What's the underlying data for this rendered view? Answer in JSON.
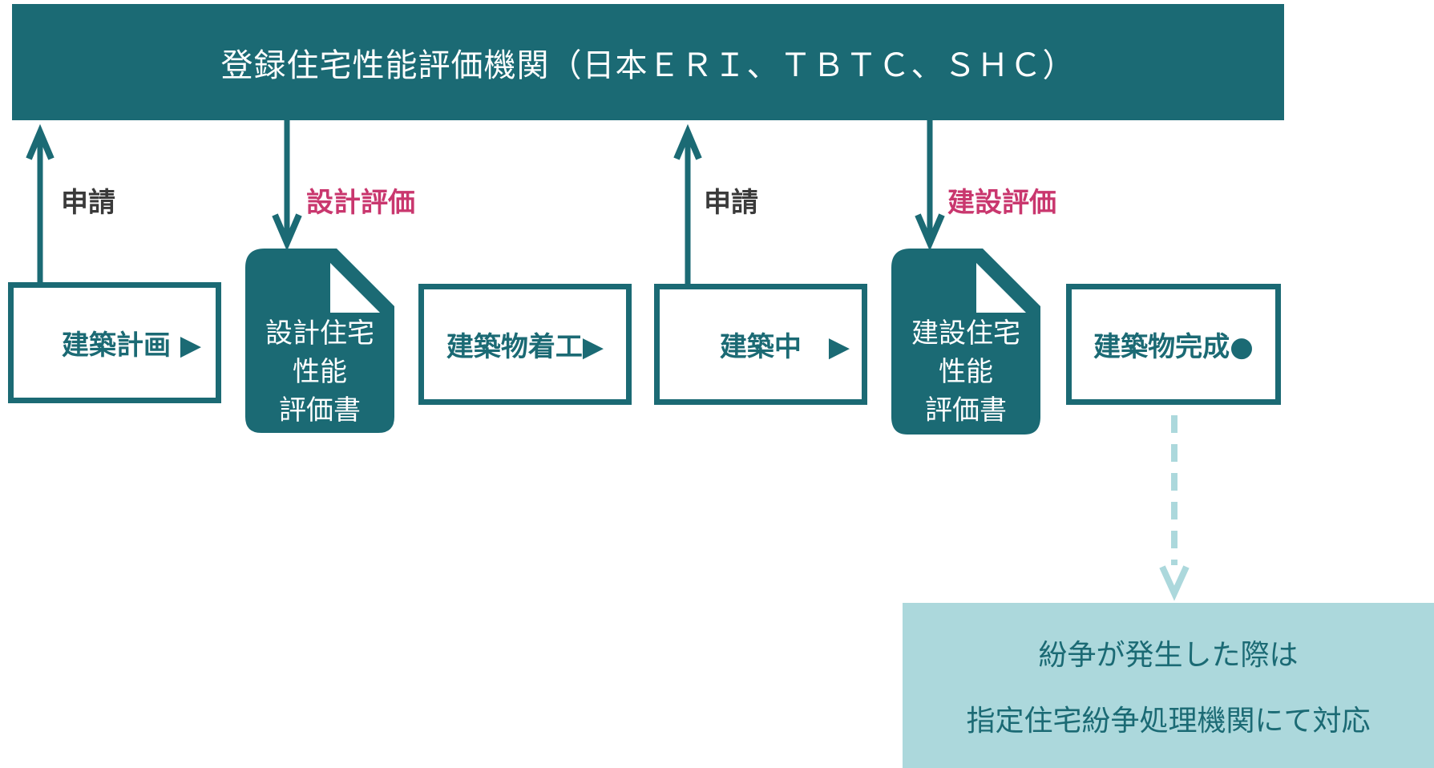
{
  "colors": {
    "teal": "#1b6a74",
    "pink": "#c9376e",
    "dark_label": "#3a3a3a",
    "light_teal": "#acd8dc",
    "white": "#ffffff"
  },
  "header": {
    "title": "登録住宅性能評価機関（日本ＥＲＩ、ＴＢＴＣ、ＳＨＣ）"
  },
  "labels": {
    "apply_1": "申請",
    "design_eval": "設計評価",
    "apply_2": "申請",
    "construction_eval": "建設評価"
  },
  "steps": {
    "plan": "建築計画 ▶",
    "start_construction": "建築物着工▶",
    "under_construction": "建築中　▶",
    "completion": "建築物完成●"
  },
  "documents": {
    "design": {
      "line1": "設計住宅",
      "line2": "性能",
      "line3": "評価書",
      "icon": "document-icon"
    },
    "construction": {
      "line1": "建設住宅",
      "line2": "性能",
      "line3": "評価書",
      "icon": "document-icon"
    }
  },
  "note": {
    "line1": "紛争が発生した際は",
    "line2": "指定住宅紛争処理機関にて対応"
  }
}
